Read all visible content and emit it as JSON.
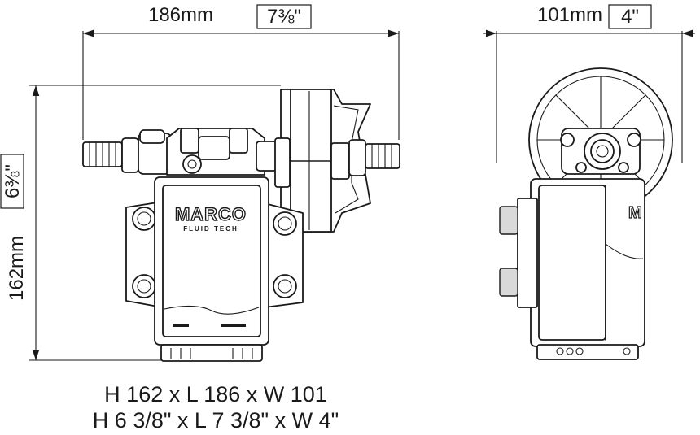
{
  "dimensions": {
    "length": {
      "metric": "186mm",
      "imperial": "7⅜\""
    },
    "width": {
      "metric": "101mm",
      "imperial": "4\""
    },
    "height": {
      "metric": "162mm",
      "imperial": "6⅜\""
    }
  },
  "brand": {
    "logo": "MARCO",
    "sub": "FLUID TECH"
  },
  "summary": {
    "metric": "H 162 x L 186 x W 101",
    "imperial": "H 6 3/8\" x L 7 3/8\" x W 4\""
  }
}
